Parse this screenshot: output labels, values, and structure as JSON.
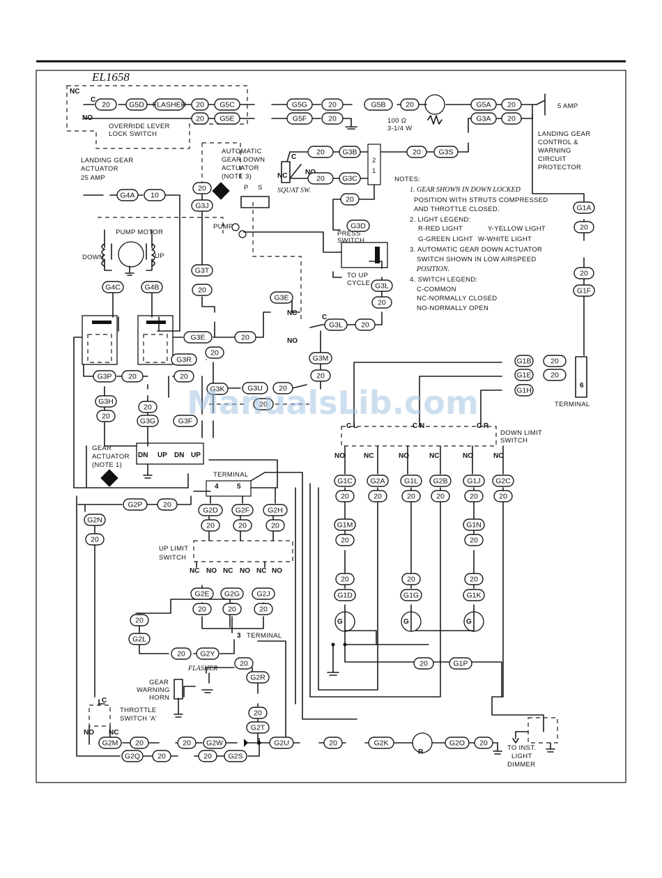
{
  "drawing_id": "EL1658",
  "watermark": "ManualsLib.com",
  "labels": {
    "override_lever": "OVERRIDE LEVER",
    "lock_switch": "LOCK SWITCH",
    "flasher": "FLASHER",
    "resistor_1": "100 Ω",
    "resistor_2": "3-1/4 W",
    "breaker_amp": "5 AMP",
    "protector_1": "LANDING GEAR",
    "protector_2": "CONTROL &",
    "protector_3": "WARNING",
    "protector_4": "CIRCUIT",
    "protector_5": "PROTECTOR",
    "actuator_1": "LANDING GEAR",
    "actuator_2": "ACTUATOR",
    "actuator_3": "25 AMP",
    "auto_1": "AUTOMATIC",
    "auto_2": "GEAR DOWN",
    "auto_3": "ACTUATOR",
    "auto_4": "(NOTE 3)",
    "p": "P",
    "s": "S",
    "squat_sw": "SQUAT SW.",
    "pump_motor": "PUMP MOTOR",
    "pump": "PUMP",
    "press_1": "PRESS",
    "press_2": "SWITCH",
    "to_up_1": "TO UP",
    "to_up_2": "CYCLE",
    "down": "DOWN",
    "up": "UP",
    "gear_act_1": "GEAR",
    "gear_act_2": "ACTUATOR",
    "gear_act_3": "(NOTE 1)",
    "dn": "DN",
    "terminal": "TERMINAL",
    "t4": "4",
    "t5": "5",
    "t3": "3",
    "t6": "6",
    "down_limit_1": "DOWN LIMIT",
    "down_limit_2": "SWITCH",
    "up_limit_1": "UP LIMIT",
    "up_limit_2": "SWITCH",
    "gear_warn_1": "GEAR",
    "gear_warn_2": "WARNING",
    "gear_warn_3": "HORN",
    "throttle_1": "THROTTLE",
    "throttle_2": "SWITCH 'A'",
    "to_inst_1": "TO INST.",
    "to_inst_2": "LIGHT",
    "to_inst_3": "DIMMER",
    "nc": "NC",
    "no": "NO",
    "c": "C",
    "cl": "C L",
    "cn": "C N",
    "cr": "C R",
    "g": "G",
    "r": "R",
    "two": "2",
    "one": "1"
  },
  "notes": {
    "title": "NOTES:",
    "n1a": "1. GEAR SHOWN IN DOWN LOCKED",
    "n1b": "POSITION WITH STRUTS COMPRESSED",
    "n1c": "AND THROTTLE CLOSED.",
    "n2a": "2. LIGHT LEGEND:",
    "n2b": "R-RED LIGHT",
    "n2c": "Y-YELLOW LIGHT",
    "n2d": "G-GREEN LIGHT",
    "n2e": "W-WHITE LIGHT",
    "n3a": "3. AUTOMATIC GEAR DOWN ACTUATOR",
    "n3b": "SWITCH SHOWN IN LOW AIRSPEED",
    "n3c": "POSITION.",
    "n4a": "4. SWITCH LEGEND:",
    "n4b": "C-COMMON",
    "n4c": "NC-NORMALLY CLOSED",
    "n4d": "NO-NORMALLY OPEN"
  },
  "wires": {
    "w1": "20",
    "w2": "G5D",
    "w3": "FLASHER",
    "w4": "20",
    "w5": "G5C",
    "w6": "20",
    "w7": "G5E",
    "w8": "G5G",
    "w9": "20",
    "w10": "G5B",
    "w11": "20",
    "w12": "G5F",
    "w13": "20",
    "w14": "G5A",
    "w15": "20",
    "w16": "G3A",
    "w17": "20",
    "w18": "20",
    "w19": "G3B",
    "w20": "20",
    "w21": "G3S",
    "w22": "20",
    "w23": "G3C",
    "w24": "G4A",
    "w25": "10",
    "w26": "20",
    "w27": "G3J",
    "w28": "20",
    "w29": "G3D",
    "w30": "G1A",
    "w31": "20",
    "w32": "20",
    "w33": "G1F",
    "w34": "G4C",
    "w35": "G4B",
    "w36": "G3T",
    "w37": "20",
    "w38": "G3E",
    "w39": "G3L",
    "w40": "20",
    "w41": "G3E",
    "w42": "20",
    "w43": "G3L",
    "w44": "20",
    "w45": "G3R",
    "w46": "20",
    "w47": "G3M",
    "w48": "20",
    "w49": "G1B",
    "w50": "20",
    "w51": "G1E",
    "w52": "20",
    "w53": "G1H",
    "w54": "G3P",
    "w55": "20",
    "w56": "20",
    "w57": "G3K",
    "w58": "G3U",
    "w59": "20",
    "w60": "20",
    "w61": "G3H",
    "w62": "20",
    "w63": "20",
    "w64": "G3G",
    "w65": "G3F",
    "w66": "G1C",
    "w67": "G2A",
    "w68": "G1L",
    "w69": "G2B",
    "w70": "G1J",
    "w71": "G2C",
    "w72": "20",
    "w73": "20",
    "w74": "20",
    "w75": "20",
    "w76": "20",
    "w77": "20",
    "w78": "G1M",
    "w79": "G1N",
    "w80": "20",
    "w81": "20",
    "w82": "20",
    "w83": "20",
    "w84": "20",
    "w85": "G1D",
    "w86": "G1G",
    "w87": "G1K",
    "w88": "G2P",
    "w89": "20",
    "w90": "G2N",
    "w91": "20",
    "w92": "G2D",
    "w93": "G2F",
    "w94": "G2H",
    "w95": "20",
    "w96": "20",
    "w97": "20",
    "w98": "G2E",
    "w99": "G2G",
    "w100": "G2J",
    "w101": "20",
    "w102": "20",
    "w103": "20",
    "w104": "20",
    "w105": "G2L",
    "w106": "20",
    "w107": "G2Y",
    "w108": "20",
    "w109": "G2R",
    "w110": "20",
    "w111": "G2T",
    "w112": "20",
    "w113": "G1P",
    "w114": "G2M",
    "w115": "20",
    "w116": "20",
    "w117": "G2W",
    "w118": "G2U",
    "w119": "20",
    "w120": "G2K",
    "w121": "G2O",
    "w122": "20",
    "w123": "G2Q",
    "w124": "20",
    "w125": "20",
    "w126": "G2S",
    "w127": "20"
  }
}
